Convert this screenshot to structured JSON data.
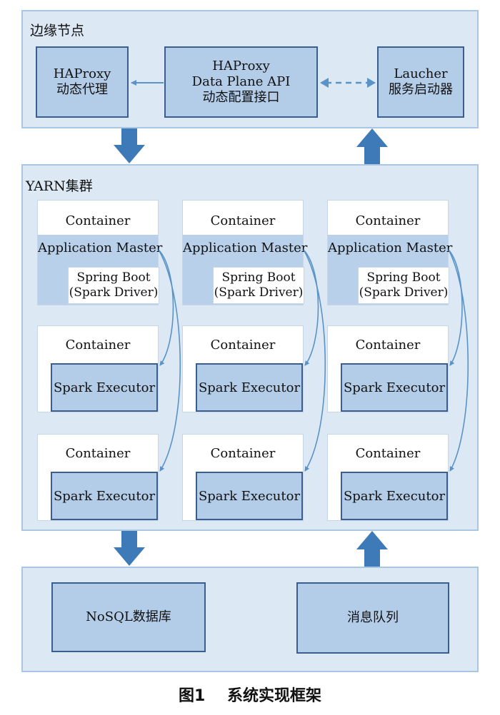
{
  "edge_node": {
    "label": "边缘节点",
    "haproxy_line1": "HAProxy",
    "haproxy_line2": "动态代理",
    "api_line1": "HAProxy",
    "api_line2": "Data Plane API",
    "api_line3": "动态配置接口",
    "launcher_line1": "Laucher",
    "launcher_line2": "服务启动器"
  },
  "yarn": {
    "label": "YARN集群",
    "columns": [
      {
        "am_container_label": "Container",
        "am_label": "Application Master",
        "driver_line1": "Spring Boot",
        "driver_line2": "(Spark Driver)",
        "exec1_container_label": "Container",
        "exec1_label": "Spark Executor",
        "exec2_container_label": "Container",
        "exec2_label": "Spark Executor"
      },
      {
        "am_container_label": "Container",
        "am_label": "Application Master",
        "driver_line1": "Spring Boot",
        "driver_line2": "(Spark Driver)",
        "exec1_container_label": "Container",
        "exec1_label": "Spark Executor",
        "exec2_container_label": "Container",
        "exec2_label": "Spark Executor"
      },
      {
        "am_container_label": "Container",
        "am_label": "Application Master",
        "driver_line1": "Spring Boot",
        "driver_line2": "(Spark Driver)",
        "exec1_container_label": "Container",
        "exec1_label": "Spark Executor",
        "exec2_container_label": "Container",
        "exec2_label": "Spark Executor"
      }
    ]
  },
  "storage": {
    "nosql": "NoSQL数据库",
    "mq": "消息队列"
  },
  "caption": "图1    系统实现框架",
  "colors": {
    "region_fill": "#dce9f5",
    "box_fill": "#b3cce8",
    "box_border": "#3a5f8f",
    "arrow": "#3f7ab8"
  }
}
